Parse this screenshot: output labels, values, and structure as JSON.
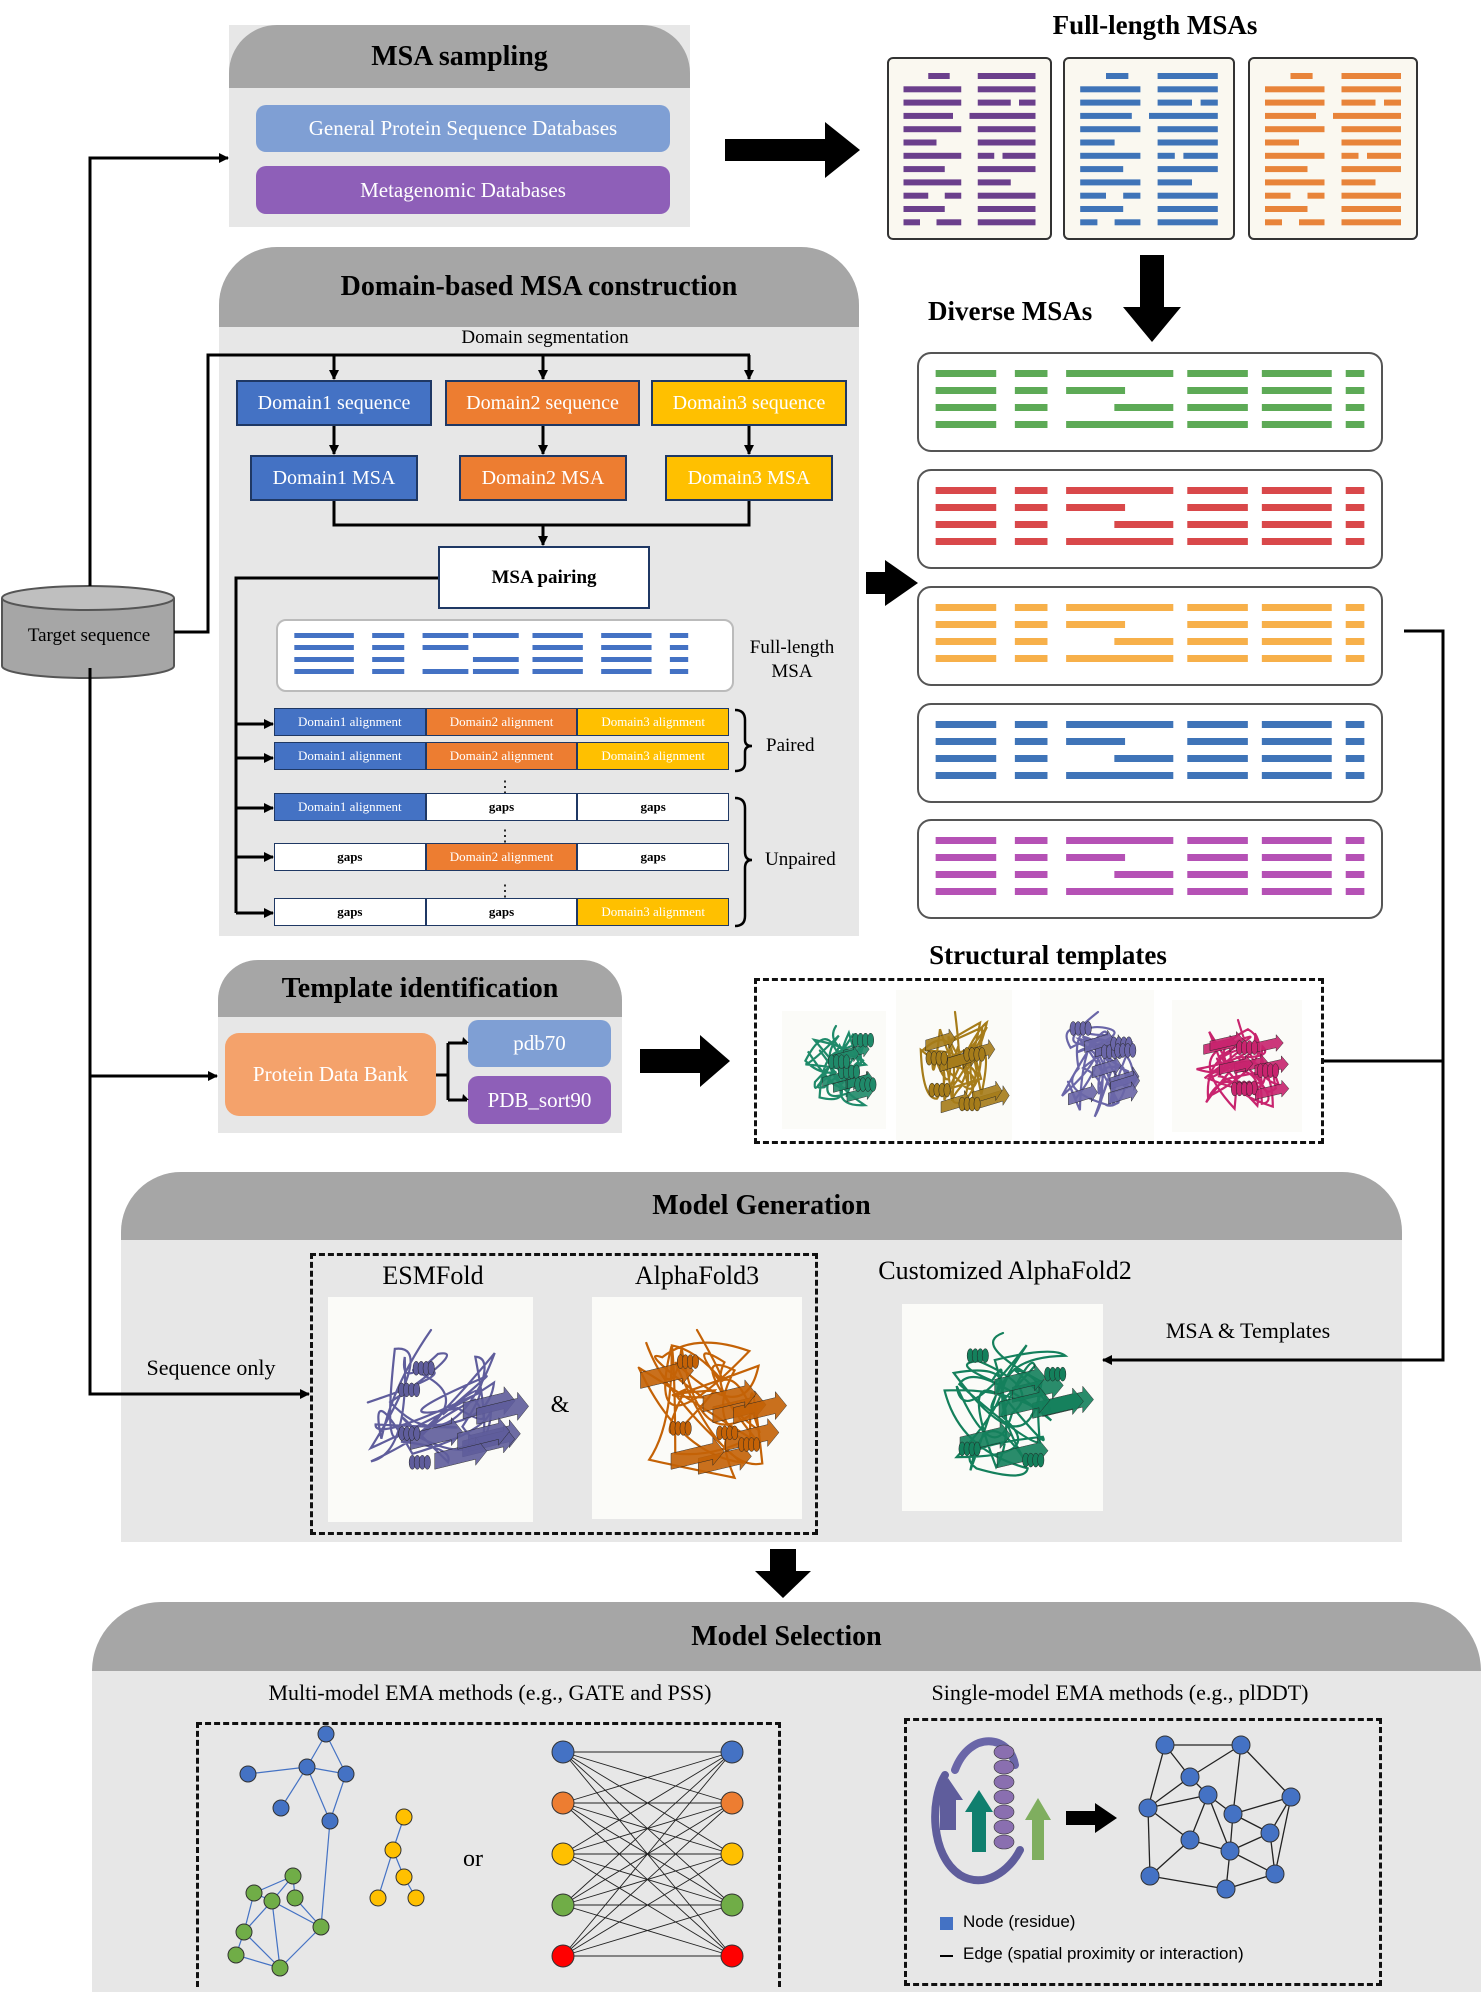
{
  "msa_sampling": {
    "title": "MSA sampling",
    "databases": [
      "General Protein Sequence Databases",
      "Metagenomic Databases"
    ]
  },
  "full_length_msas": {
    "title": "Full-length MSAs",
    "colors": [
      "#6b3f8c",
      "#3f74b8",
      "#e8843a"
    ]
  },
  "domain_msa": {
    "title": "Domain-based MSA construction",
    "segmentation_label": "Domain segmentation",
    "domain_sequences": [
      "Domain1 sequence",
      "Domain2 sequence",
      "Domain3 sequence"
    ],
    "domain_msas": [
      "Domain1 MSA",
      "Domain2 MSA",
      "Domain3 MSA"
    ],
    "pairing_label": "MSA pairing",
    "full_length_label": "Full-length MSA",
    "alignment_rows": [
      [
        "Domain1 alignment",
        "Domain2 alignment",
        "Domain3 alignment"
      ],
      [
        "Domain1 alignment",
        "Domain2 alignment",
        "Domain3 alignment"
      ],
      [
        "Domain1 alignment",
        "gaps",
        "gaps"
      ],
      [
        "gaps",
        "Domain2 alignment",
        "gaps"
      ],
      [
        "gaps",
        "gaps",
        "Domain3 alignment"
      ]
    ],
    "ellipsis": "⋮",
    "paired_label": "Paired",
    "unpaired_label": "Unpaired",
    "domain_colors": [
      "#4472c4",
      "#ed7d31",
      "#ffc000"
    ]
  },
  "target_sequence": "Target sequence",
  "diverse_msas": {
    "title": "Diverse MSAs",
    "colors": [
      "#5daa56",
      "#d9484a",
      "#f7b04a",
      "#3f74b8",
      "#b551b5"
    ]
  },
  "template_identification": {
    "title": "Template identification",
    "source": "Protein Data Bank",
    "databases": [
      "pdb70",
      "PDB_sort90"
    ]
  },
  "structural_templates": {
    "title": "Structural templates"
  },
  "model_generation": {
    "title": "Model Generation",
    "methods": [
      "ESMFold",
      "AlphaFold3"
    ],
    "ampersand": "&",
    "customized": "Customized AlphaFold2",
    "sequence_only": "Sequence only",
    "msa_templates": "MSA & Templates"
  },
  "model_selection": {
    "title": "Model Selection",
    "multi_model": "Multi-model EMA methods (e.g., GATE and PSS)",
    "single_model": "Single-model EMA methods (e.g., plDDT)",
    "or_label": "or",
    "legend_node": "Node (residue)",
    "legend_edge": "Edge (spatial proximity or interaction)"
  }
}
